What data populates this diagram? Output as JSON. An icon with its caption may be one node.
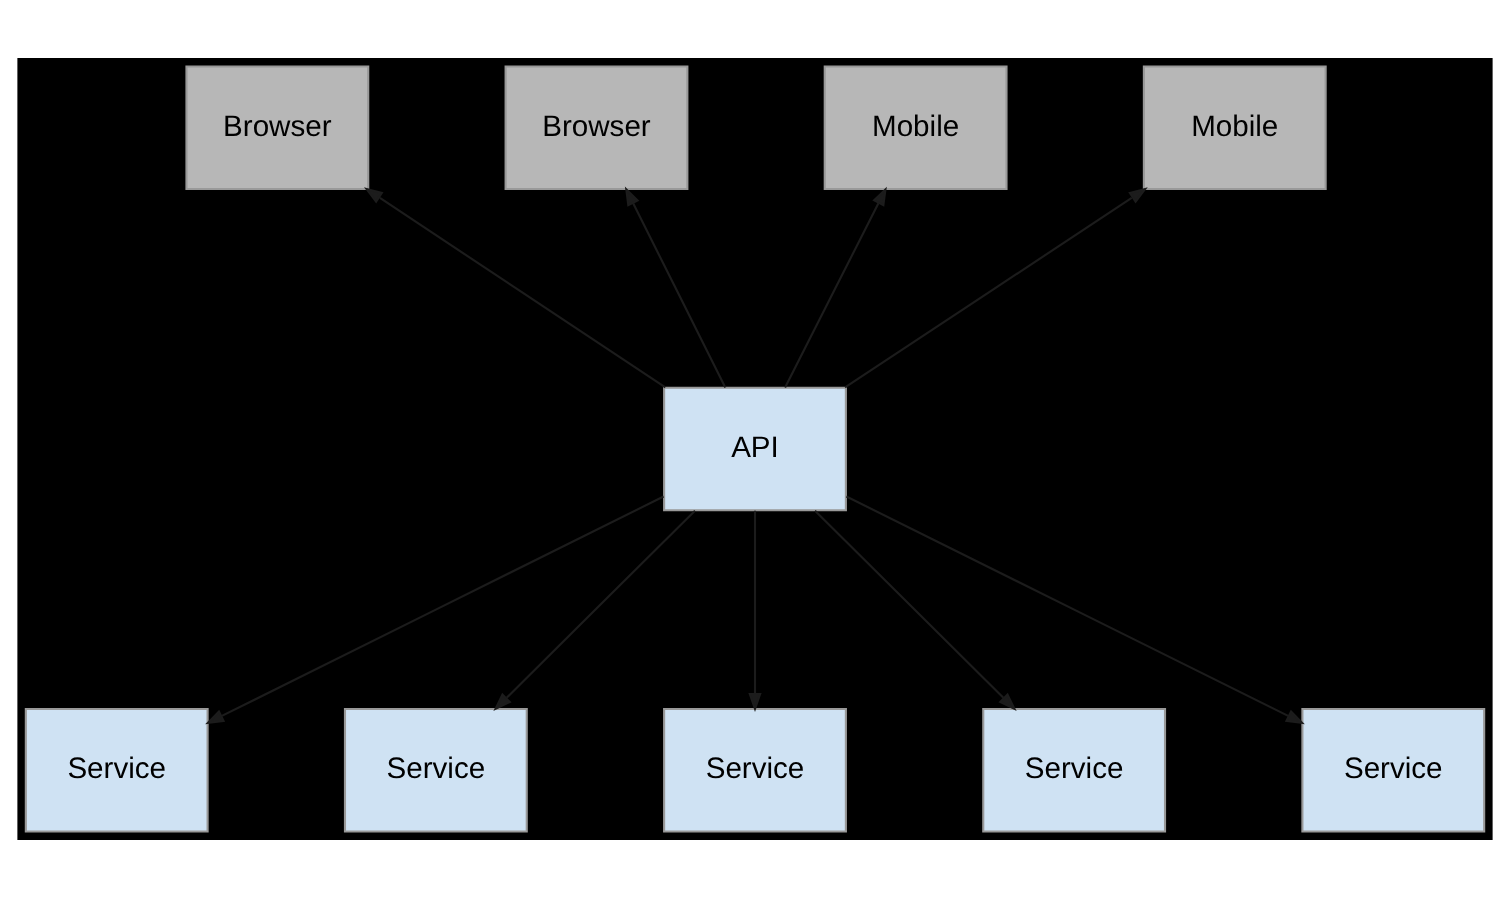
{
  "diagram": {
    "nodes": [
      {
        "text": [
          "Browser"
        ]
      },
      {
        "text": [
          "Browser"
        ]
      },
      {
        "text": [
          "Mobile"
        ]
      },
      {
        "text": [
          "Mobile"
        ]
      },
      {
        "text": [
          "API"
        ]
      },
      {
        "text": [
          "Service"
        ]
      },
      {
        "text": [
          "Service"
        ]
      },
      {
        "text": [
          "Service"
        ]
      },
      {
        "text": [
          "Service"
        ]
      },
      {
        "text": [
          "Service"
        ]
      }
    ],
    "edges": [
      {
        "from": 4,
        "to": 0,
        "arrow": "to"
      },
      {
        "from": 4,
        "to": 1,
        "arrow": "to"
      },
      {
        "from": 4,
        "to": 2,
        "arrow": "to"
      },
      {
        "from": 4,
        "to": 3,
        "arrow": "to"
      },
      {
        "from": 4,
        "to": 5,
        "arrow": "to"
      },
      {
        "from": 4,
        "to": 6,
        "arrow": "to"
      },
      {
        "from": 4,
        "to": 7,
        "arrow": "to"
      },
      {
        "from": 4,
        "to": 8,
        "arrow": "to"
      },
      {
        "from": 4,
        "to": 9,
        "arrow": "to"
      }
    ]
  }
}
